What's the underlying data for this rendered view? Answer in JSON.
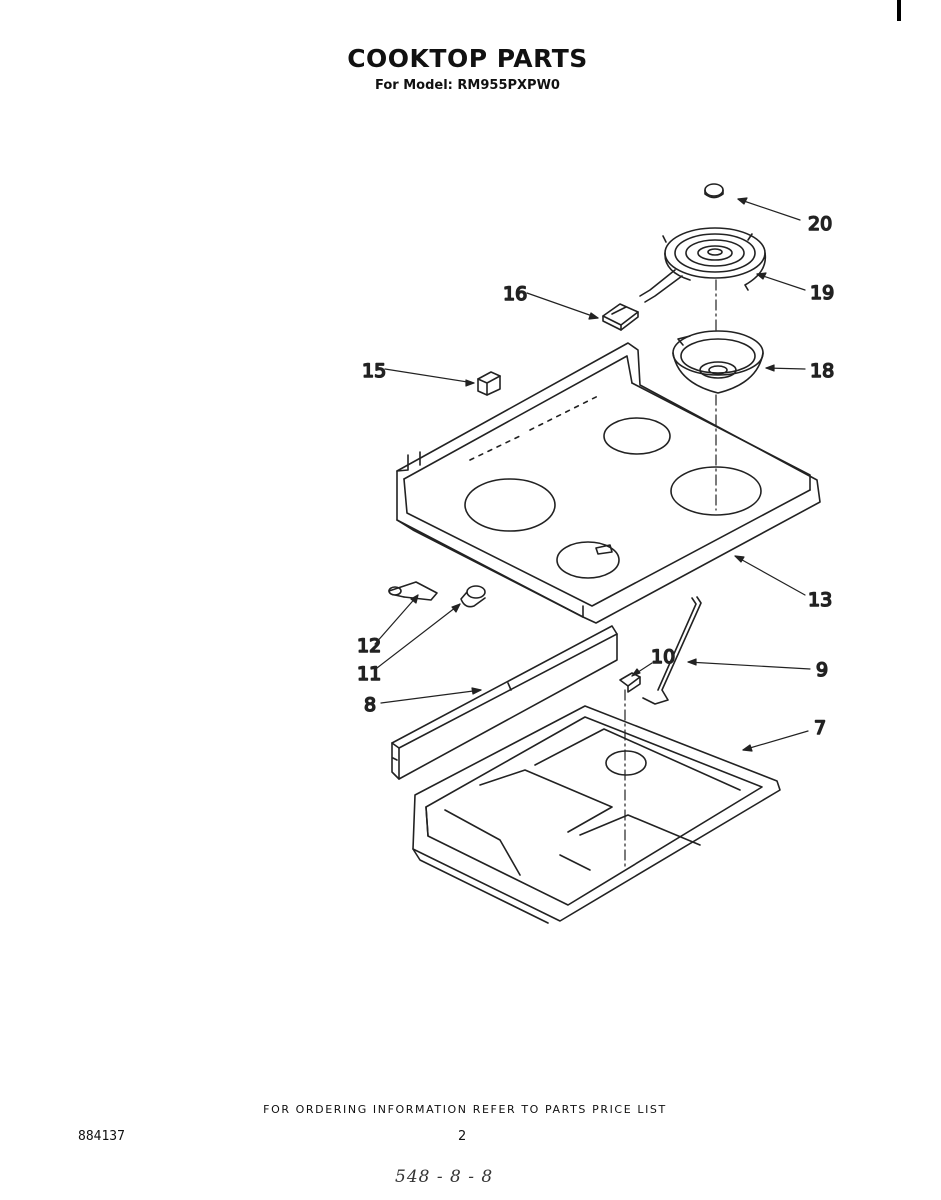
{
  "header": {
    "title": "COOKTOP PARTS",
    "model": "For Model: RM955PXPW0"
  },
  "parts": [
    {
      "number": "20",
      "part": "knob-cap"
    },
    {
      "number": "19",
      "part": "surface-element"
    },
    {
      "number": "18",
      "part": "drip-bowl"
    },
    {
      "number": "16",
      "part": "terminal-block"
    },
    {
      "number": "15",
      "part": "clip"
    },
    {
      "number": "13",
      "part": "cooktop"
    },
    {
      "number": "12",
      "part": "pivot"
    },
    {
      "number": "11",
      "part": "bumper"
    },
    {
      "number": "10",
      "part": "spring-clip"
    },
    {
      "number": "9",
      "part": "support-rod"
    },
    {
      "number": "8",
      "part": "front-trim"
    },
    {
      "number": "7",
      "part": "burner-box"
    }
  ],
  "footer": {
    "note": "FOR ORDERING INFORMATION REFER TO PARTS PRICE LIST",
    "doc_number": "884137",
    "page_number": "2",
    "handwritten": "548 - 8 - 8"
  },
  "colors": {
    "ink": "#222222",
    "paper": "#ffffff"
  }
}
